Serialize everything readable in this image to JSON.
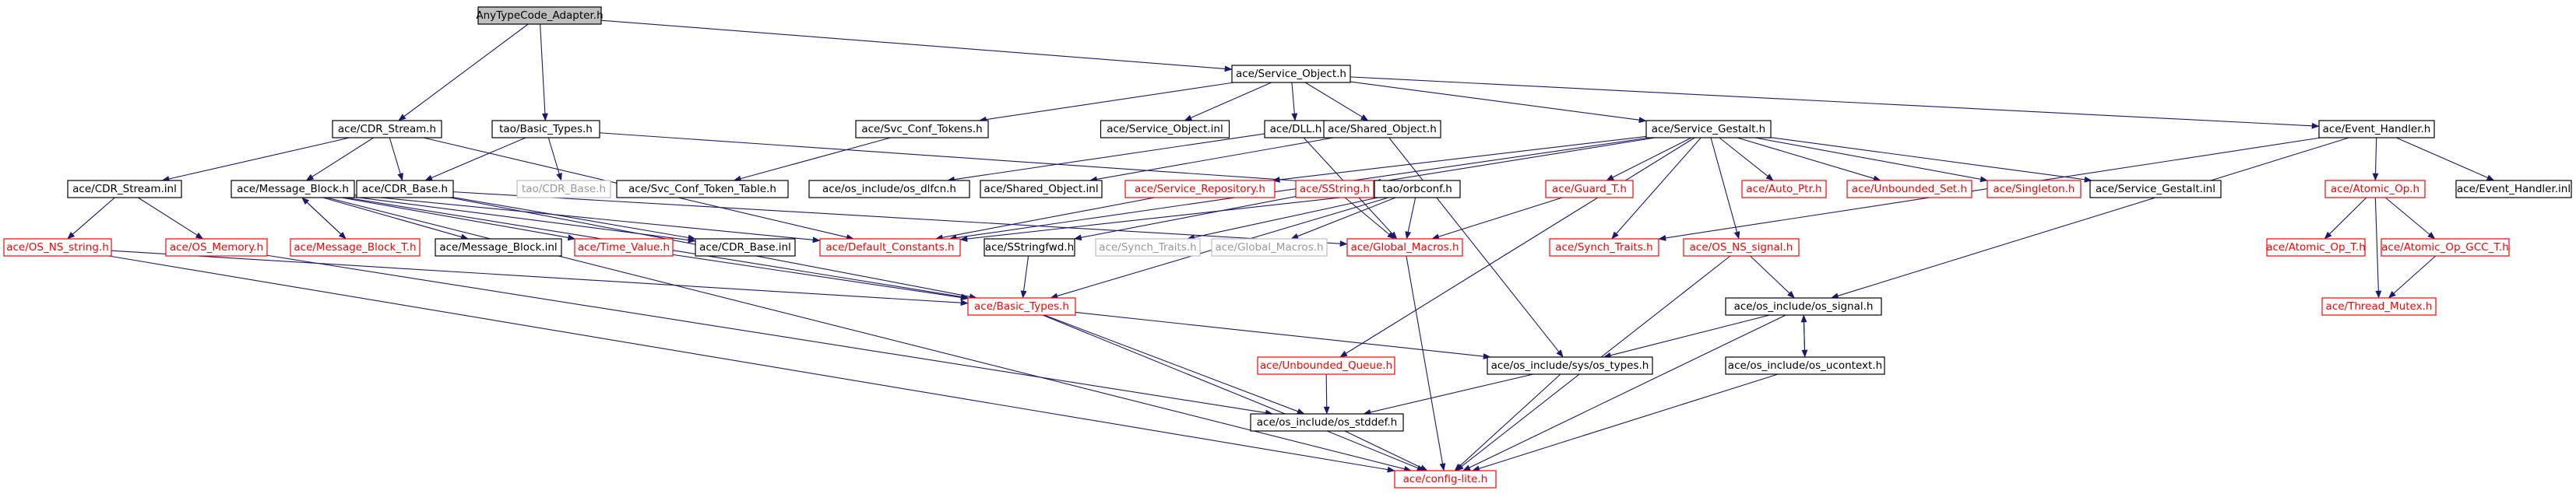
{
  "colors": {
    "edge": "#191970",
    "normal_border": "#000000",
    "normal_text": "#000000",
    "missing_border": "#ff0000",
    "missing_text": "#ff0000",
    "external_border": "#bfbfbf",
    "external_text": "#9a9a9a",
    "root_fill": "#bfbfbf"
  },
  "nodes": [
    {
      "id": "root",
      "label": "AnyTypeCode_Adapter.h",
      "kind": "root"
    },
    {
      "id": "cdr_stream_h",
      "label": "ace/CDR_Stream.h",
      "kind": "normal"
    },
    {
      "id": "tao_basic_types",
      "label": "tao/Basic_Types.h",
      "kind": "normal"
    },
    {
      "id": "service_object_h",
      "label": "ace/Service_Object.h",
      "kind": "normal"
    },
    {
      "id": "svc_conf_tokens",
      "label": "ace/Svc_Conf_Tokens.h",
      "kind": "normal"
    },
    {
      "id": "service_object_inl",
      "label": "ace/Service_Object.inl",
      "kind": "normal"
    },
    {
      "id": "dll_h",
      "label": "ace/DLL.h",
      "kind": "normal"
    },
    {
      "id": "shared_object_h",
      "label": "ace/Shared_Object.h",
      "kind": "normal"
    },
    {
      "id": "service_gestalt_h",
      "label": "ace/Service_Gestalt.h",
      "kind": "normal"
    },
    {
      "id": "event_handler_h",
      "label": "ace/Event_Handler.h",
      "kind": "normal"
    },
    {
      "id": "cdr_stream_inl",
      "label": "ace/CDR_Stream.inl",
      "kind": "normal"
    },
    {
      "id": "message_block_h",
      "label": "ace/Message_Block.h",
      "kind": "normal"
    },
    {
      "id": "cdr_base_h",
      "label": "ace/CDR_Base.h",
      "kind": "normal"
    },
    {
      "id": "tao_cdr_base",
      "label": "tao/CDR_Base.h",
      "kind": "external"
    },
    {
      "id": "svc_conf_token_table",
      "label": "ace/Svc_Conf_Token_Table.h",
      "kind": "normal"
    },
    {
      "id": "os_dlfcn",
      "label": "ace/os_include/os_dlfcn.h",
      "kind": "normal"
    },
    {
      "id": "shared_object_inl",
      "label": "ace/Shared_Object.inl",
      "kind": "normal"
    },
    {
      "id": "service_repository",
      "label": "ace/Service_Repository.h",
      "kind": "missing"
    },
    {
      "id": "sstring_h",
      "label": "ace/SString.h",
      "kind": "missing"
    },
    {
      "id": "tao_orbconf",
      "label": "tao/orbconf.h",
      "kind": "normal"
    },
    {
      "id": "guard_t",
      "label": "ace/Guard_T.h",
      "kind": "missing"
    },
    {
      "id": "auto_ptr",
      "label": "ace/Auto_Ptr.h",
      "kind": "missing"
    },
    {
      "id": "unbounded_set",
      "label": "ace/Unbounded_Set.h",
      "kind": "missing"
    },
    {
      "id": "singleton",
      "label": "ace/Singleton.h",
      "kind": "missing"
    },
    {
      "id": "service_gestalt_inl",
      "label": "ace/Service_Gestalt.inl",
      "kind": "normal"
    },
    {
      "id": "atomic_op_h",
      "label": "ace/Atomic_Op.h",
      "kind": "missing"
    },
    {
      "id": "event_handler_inl",
      "label": "ace/Event_Handler.inl",
      "kind": "normal"
    },
    {
      "id": "os_ns_string",
      "label": "ace/OS_NS_string.h",
      "kind": "missing"
    },
    {
      "id": "os_memory",
      "label": "ace/OS_Memory.h",
      "kind": "missing"
    },
    {
      "id": "message_block_t",
      "label": "ace/Message_Block_T.h",
      "kind": "missing"
    },
    {
      "id": "message_block_inl",
      "label": "ace/Message_Block.inl",
      "kind": "normal"
    },
    {
      "id": "time_value",
      "label": "ace/Time_Value.h",
      "kind": "missing"
    },
    {
      "id": "cdr_base_inl",
      "label": "ace/CDR_Base.inl",
      "kind": "normal"
    },
    {
      "id": "default_constants",
      "label": "ace/Default_Constants.h",
      "kind": "missing"
    },
    {
      "id": "sstringfwd",
      "label": "ace/SStringfwd.h",
      "kind": "normal"
    },
    {
      "id": "synch_traits_ext",
      "label": "ace/Synch_Traits.h",
      "kind": "external"
    },
    {
      "id": "global_macros_ext",
      "label": "ace/Global_Macros.h",
      "kind": "external"
    },
    {
      "id": "global_macros",
      "label": "ace/Global_Macros.h",
      "kind": "missing"
    },
    {
      "id": "synch_traits",
      "label": "ace/Synch_Traits.h",
      "kind": "missing"
    },
    {
      "id": "os_ns_signal",
      "label": "ace/OS_NS_signal.h",
      "kind": "missing"
    },
    {
      "id": "atomic_op_t",
      "label": "ace/Atomic_Op_T.h",
      "kind": "missing"
    },
    {
      "id": "atomic_op_gcc_t",
      "label": "ace/Atomic_Op_GCC_T.h",
      "kind": "missing"
    },
    {
      "id": "basic_types",
      "label": "ace/Basic_Types.h",
      "kind": "missing"
    },
    {
      "id": "os_signal",
      "label": "ace/os_include/os_signal.h",
      "kind": "normal"
    },
    {
      "id": "thread_mutex",
      "label": "ace/Thread_Mutex.h",
      "kind": "missing"
    },
    {
      "id": "unbounded_queue",
      "label": "ace/Unbounded_Queue.h",
      "kind": "missing"
    },
    {
      "id": "os_types",
      "label": "ace/os_include/sys/os_types.h",
      "kind": "normal"
    },
    {
      "id": "os_ucontext",
      "label": "ace/os_include/os_ucontext.h",
      "kind": "normal"
    },
    {
      "id": "os_stddef",
      "label": "ace/os_include/os_stddef.h",
      "kind": "normal"
    },
    {
      "id": "config_lite",
      "label": "ace/config-lite.h",
      "kind": "missing"
    }
  ],
  "edges": [
    [
      "root",
      "cdr_stream_h"
    ],
    [
      "root",
      "tao_basic_types"
    ],
    [
      "root",
      "service_object_h"
    ],
    [
      "service_object_h",
      "svc_conf_tokens"
    ],
    [
      "service_object_h",
      "service_object_inl"
    ],
    [
      "service_object_h",
      "dll_h"
    ],
    [
      "service_object_h",
      "shared_object_h"
    ],
    [
      "service_object_h",
      "service_gestalt_h"
    ],
    [
      "service_object_h",
      "event_handler_h"
    ],
    [
      "cdr_stream_h",
      "cdr_stream_inl"
    ],
    [
      "cdr_stream_h",
      "message_block_h"
    ],
    [
      "cdr_stream_h",
      "cdr_base_h"
    ],
    [
      "cdr_stream_h",
      "default_constants"
    ],
    [
      "tao_basic_types",
      "cdr_base_h"
    ],
    [
      "tao_basic_types",
      "tao_cdr_base"
    ],
    [
      "tao_basic_types",
      "tao_orbconf"
    ],
    [
      "svc_conf_tokens",
      "svc_conf_token_table"
    ],
    [
      "dll_h",
      "os_dlfcn"
    ],
    [
      "dll_h",
      "global_macros"
    ],
    [
      "shared_object_h",
      "shared_object_inl"
    ],
    [
      "shared_object_h",
      "os_types"
    ],
    [
      "service_gestalt_h",
      "service_repository"
    ],
    [
      "service_gestalt_h",
      "sstring_h"
    ],
    [
      "service_gestalt_h",
      "guard_t"
    ],
    [
      "service_gestalt_h",
      "auto_ptr"
    ],
    [
      "service_gestalt_h",
      "unbounded_set"
    ],
    [
      "service_gestalt_h",
      "singleton"
    ],
    [
      "service_gestalt_h",
      "service_gestalt_inl"
    ],
    [
      "service_gestalt_h",
      "synch_traits"
    ],
    [
      "service_gestalt_h",
      "unbounded_queue"
    ],
    [
      "service_gestalt_h",
      "default_constants"
    ],
    [
      "service_gestalt_h",
      "os_ns_signal"
    ],
    [
      "event_handler_h",
      "atomic_op_h"
    ],
    [
      "event_handler_h",
      "event_handler_inl"
    ],
    [
      "event_handler_h",
      "synch_traits"
    ],
    [
      "event_handler_h",
      "os_signal"
    ],
    [
      "cdr_stream_inl",
      "os_ns_string"
    ],
    [
      "cdr_stream_inl",
      "os_memory"
    ],
    [
      "message_block_h",
      "message_block_t"
    ],
    [
      "message_block_h",
      "message_block_inl"
    ],
    [
      "message_block_h",
      "time_value"
    ],
    [
      "message_block_h",
      "default_constants"
    ],
    [
      "message_block_h",
      "cdr_base_inl"
    ],
    [
      "message_block_h",
      "basic_types"
    ],
    [
      "message_block_h",
      "config_lite"
    ],
    [
      "message_block_t",
      "message_block_h"
    ],
    [
      "cdr_base_h",
      "basic_types"
    ],
    [
      "cdr_base_h",
      "cdr_base_inl"
    ],
    [
      "cdr_base_h",
      "global_macros"
    ],
    [
      "service_repository",
      "default_constants"
    ],
    [
      "sstring_h",
      "sstringfwd"
    ],
    [
      "sstring_h",
      "global_macros"
    ],
    [
      "tao_orbconf",
      "synch_traits_ext"
    ],
    [
      "tao_orbconf",
      "global_macros_ext"
    ],
    [
      "tao_orbconf",
      "default_constants"
    ],
    [
      "tao_orbconf",
      "basic_types"
    ],
    [
      "tao_orbconf",
      "global_macros"
    ],
    [
      "guard_t",
      "global_macros"
    ],
    [
      "atomic_op_h",
      "atomic_op_t"
    ],
    [
      "atomic_op_h",
      "atomic_op_gcc_t"
    ],
    [
      "atomic_op_h",
      "thread_mutex"
    ],
    [
      "atomic_op_gcc_t",
      "thread_mutex"
    ],
    [
      "os_ns_string",
      "basic_types"
    ],
    [
      "os_ns_string",
      "config_lite"
    ],
    [
      "os_memory",
      "os_stddef"
    ],
    [
      "time_value",
      "basic_types"
    ],
    [
      "sstringfwd",
      "basic_types"
    ],
    [
      "os_ns_signal",
      "os_signal"
    ],
    [
      "os_ns_signal",
      "config_lite"
    ],
    [
      "global_macros",
      "config_lite"
    ],
    [
      "basic_types",
      "os_stddef"
    ],
    [
      "basic_types",
      "os_types"
    ],
    [
      "basic_types",
      "config_lite"
    ],
    [
      "os_signal",
      "os_types"
    ],
    [
      "os_signal",
      "os_ucontext"
    ],
    [
      "os_signal",
      "config_lite"
    ],
    [
      "os_ucontext",
      "os_signal"
    ],
    [
      "os_ucontext",
      "config_lite"
    ],
    [
      "unbounded_queue",
      "os_stddef"
    ],
    [
      "os_types",
      "os_stddef"
    ],
    [
      "os_types",
      "config_lite"
    ],
    [
      "os_stddef",
      "config_lite"
    ]
  ]
}
